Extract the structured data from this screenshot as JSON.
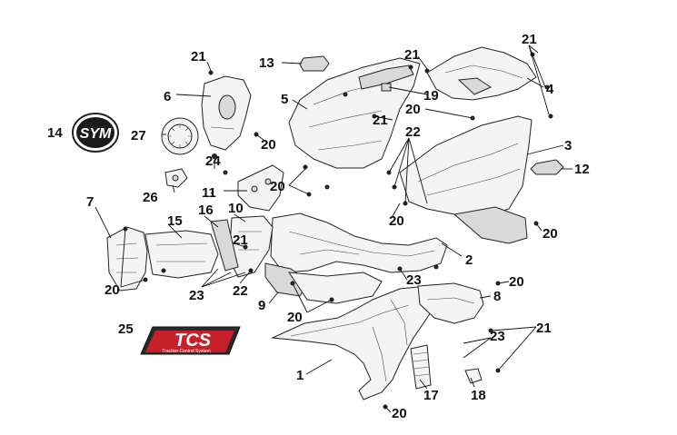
{
  "callouts": {
    "c1": "1",
    "c2": "2",
    "c3": "3",
    "c4": "4",
    "c5": "5",
    "c6": "6",
    "c7": "7",
    "c8": "8",
    "c9": "9",
    "c10": "10",
    "c11": "11",
    "c12": "12",
    "c13": "13",
    "c14": "14",
    "c15": "15",
    "c16": "16",
    "c17": "17",
    "c18": "18",
    "c19": "19",
    "c20": "20",
    "c21": "21",
    "c22": "22",
    "c23": "23",
    "c24": "24",
    "c25": "25",
    "c26": "26",
    "c27": "27"
  },
  "logos": {
    "sym_text": "SYM",
    "tcs_text": "TCS",
    "tcs_subtitle": "Traction Control System"
  },
  "colors": {
    "line": "#222222",
    "tcs_red": "#c8202a",
    "tcs_dark": "#2a2a2a"
  }
}
